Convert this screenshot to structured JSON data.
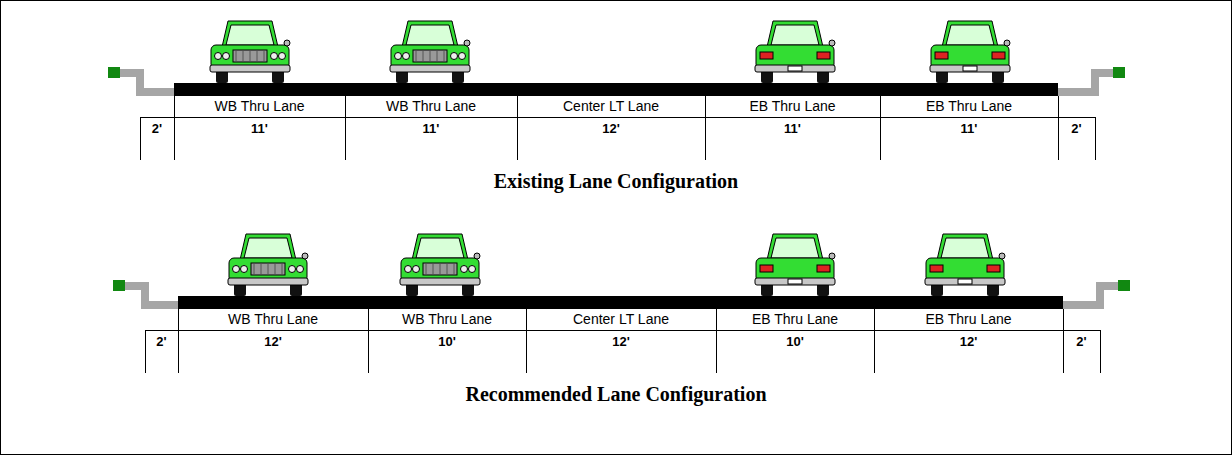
{
  "diagram": {
    "labels": [
      "WB Thru Lane",
      "WB Thru Lane",
      "Center LT Lane",
      "EB Thru Lane",
      "EB Thru Lane",
      "2'",
      "11'",
      "11'",
      "12'",
      "11'",
      "11'",
      "2'",
      "Existing Lane Configuration",
      "WB Thru Lane",
      "WB Thru Lane",
      "Center LT Lane",
      "EB Thru Lane",
      "EB Thru Lane",
      "2'",
      "12'",
      "10'",
      "12'",
      "10'",
      "12'",
      "2'",
      "Recommended Lane Configuration"
    ]
  }
}
